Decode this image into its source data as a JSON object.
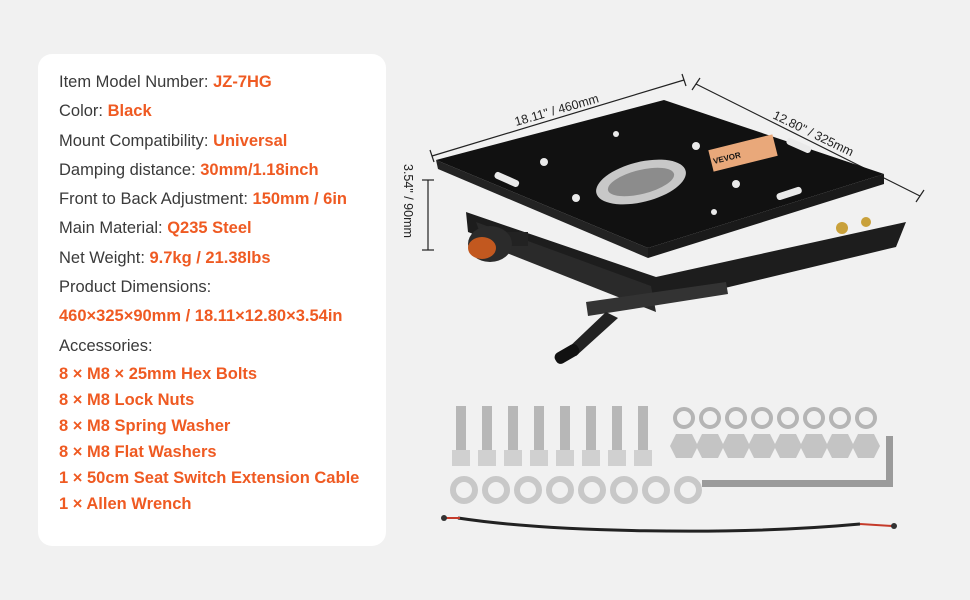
{
  "specs": [
    {
      "label": "Item Model Number: ",
      "value": "JZ-7HG"
    },
    {
      "label": "Color: ",
      "value": "Black"
    },
    {
      "label": "Mount Compatibility: ",
      "value": "Universal"
    },
    {
      "label": "Damping distance: ",
      "value": "30mm/1.18inch"
    },
    {
      "label": "Front to Back Adjustment: ",
      "value": "150mm / 6in"
    },
    {
      "label": "Main Material: ",
      "value": "Q235 Steel"
    },
    {
      "label": "Net Weight: ",
      "value": "9.7kg / 21.38lbs"
    }
  ],
  "dimensions_label": "Product Dimensions:",
  "dimensions_value": "460×325×90mm / 18.11×12.80×3.54in",
  "accessories_label": "Accessories:",
  "accessories": [
    "8 × M8 × 25mm Hex Bolts",
    "8 × M8 Lock Nuts",
    "8 × M8 Spring Washer",
    "8 × M8 Flat Washers",
    "1 × 50cm Seat Switch Extension Cable",
    "1 × Allen Wrench"
  ],
  "dim_labels": {
    "length": "18.11\" / 460mm",
    "width": "12.80\" / 325mm",
    "height": "3.54\" / 90mm"
  },
  "brand_label": "VEVOR",
  "colors": {
    "accent": "#ef5a22",
    "text": "#3a3a3a",
    "card": "#ffffff",
    "background": "#f1f1f1"
  }
}
